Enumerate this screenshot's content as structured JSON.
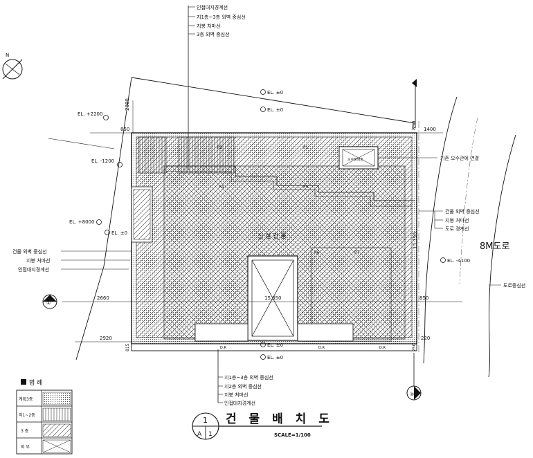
{
  "title": {
    "drawing_name": "건 물 배 치 도",
    "scale": "SCALE=1/100",
    "sheet_top": "1",
    "sheet_bottom_left": "A",
    "sheet_bottom_right": "1"
  },
  "top_callouts": [
    "인접대지경계선",
    "지1층~3층 외벽 중심선",
    "지붕 처마선",
    "3층 외벽 중심선"
  ],
  "bottom_callouts": [
    "지1층~3층 외벽 중심선",
    "지2층 외벽 중심선",
    "지붕 처마선",
    "인접대지경계선"
  ],
  "left_callouts": [
    "건물 외벽 중심선",
    "지붕 처마선",
    "인접대지경계선"
  ],
  "right_callouts": [
    "건물 외벽 중심선",
    "지붕 처마선",
    "도로 경계선"
  ],
  "drain_note": "기존 오수관에 연결",
  "road": {
    "name": "8M도로",
    "centerline": "도로중심선"
  },
  "center_label": "신 설 건 물",
  "levels": {
    "top1": "EL. ±0",
    "top2": "EL. ±0",
    "left_a": "EL. +2200",
    "left_b": "EL. -1200",
    "left_c": "EL. +8000",
    "left_d": "EL. ±0",
    "right": "EL. -4100",
    "bottom1": "EL. ±0",
    "bottom2": "EL. ±0"
  },
  "dims": {
    "top_left": "850",
    "top_right": "1400",
    "left_vert": "2080",
    "right_top_vert": "890",
    "right_vert": "13,350",
    "mid_left": "2660",
    "mid_center": "15,350",
    "mid_right": "850",
    "bot_left": "2920",
    "bot_right": "220",
    "bot_left_vert": "815",
    "bot_right_vert": "250"
  },
  "room_marks": [
    "P2",
    "P1",
    "P4",
    "P5",
    "P6",
    "P7"
  ],
  "ramp_labels": [
    "D.R",
    "D.R",
    "D.R"
  ],
  "section_markers": {
    "left": "①",
    "bottom": "②"
  },
  "drain_box": "오수정화조",
  "legend": {
    "header": "범 례",
    "rows": [
      "계획3층",
      "지1~2층",
      "3 층",
      "외 부"
    ]
  }
}
